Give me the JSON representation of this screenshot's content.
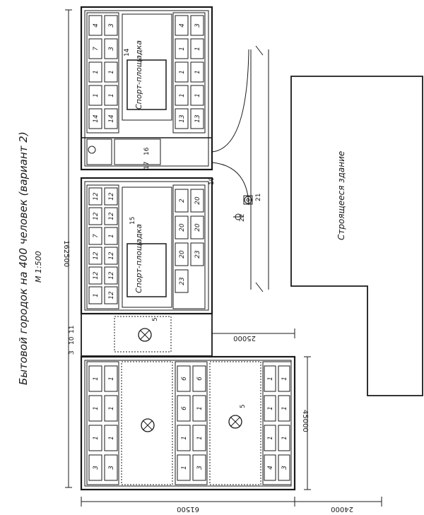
{
  "title": "Бытовой городок на 400 человек (вариант 2)",
  "scale": "М 1:500",
  "dimensions": {
    "total_length": "162500",
    "bottom_block_length": "61500",
    "bottom_block_width": "45000",
    "passage": "25000",
    "offset": "24000"
  },
  "labels": {
    "sport_ground": "Спорт-площадка",
    "building": "Строящееся здание"
  },
  "markers": {
    "m3": "3",
    "m10": "10",
    "m11": "11",
    "m5": "5",
    "m14": "14",
    "m15": "15",
    "m16": "16",
    "m17": "17",
    "m19": "19",
    "m21": "21",
    "m22": "22"
  },
  "blocks": {
    "top_left": [
      "4",
      "3",
      "7",
      "3",
      "1",
      "1",
      "1",
      "1",
      "14",
      "14"
    ],
    "top_right": [
      "4",
      "3",
      "1",
      "1",
      "1",
      "1",
      "1",
      "1",
      "13",
      "13"
    ],
    "mid_left": [
      "12",
      "12",
      "12",
      "12",
      "7",
      "1",
      "12",
      "12",
      "12",
      "12",
      "1",
      "12"
    ],
    "mid_right": [
      "2",
      "20",
      "20",
      "20",
      "20",
      "23",
      "23"
    ],
    "bot_col1": [
      "1",
      "1",
      "1",
      "1",
      "1",
      "1",
      "3",
      "3"
    ],
    "bot_col2": [
      "6",
      "6",
      "6",
      "1",
      "1",
      "1",
      "1",
      "3"
    ],
    "bot_col3": [
      "1",
      "1",
      "1",
      "1",
      "1",
      "1",
      "4",
      "3"
    ]
  }
}
